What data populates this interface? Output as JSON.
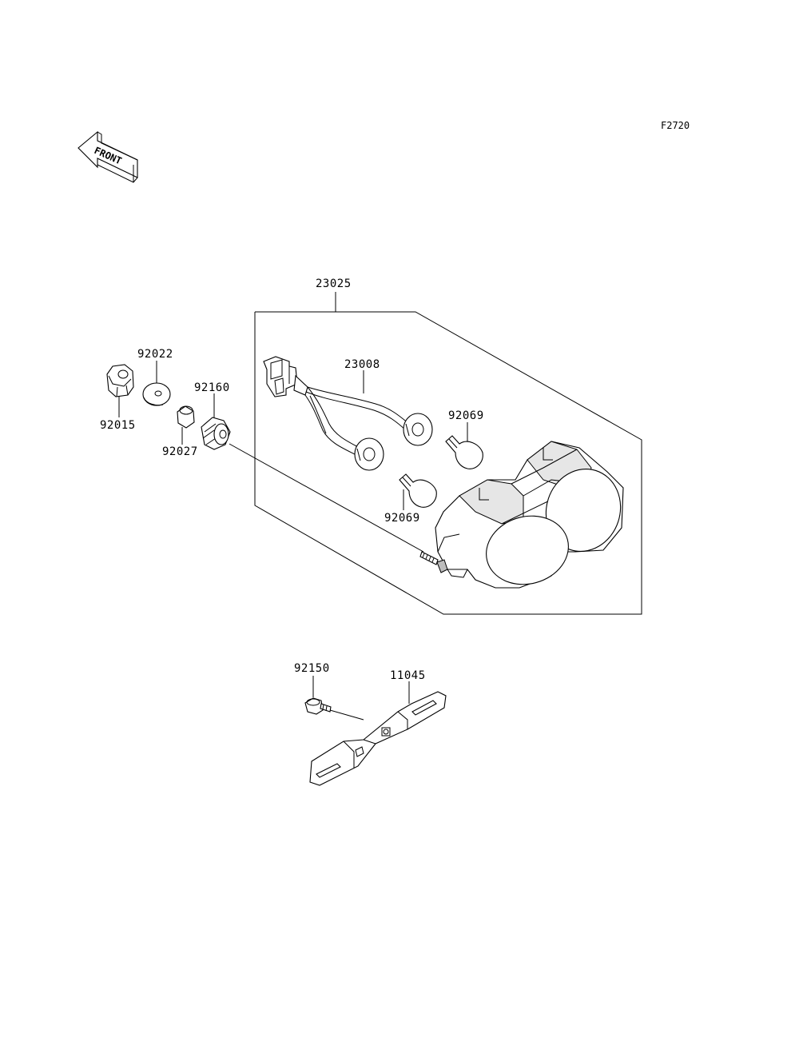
{
  "figure_code": "F2720",
  "front_arrow": {
    "text": "FRONT",
    "icon": "front-direction-arrow-icon"
  },
  "parts": {
    "p23025": "23025",
    "p23008": "23008",
    "p92069_a": "92069",
    "p92069_b": "92069",
    "p92022": "92022",
    "p92015": "92015",
    "p92160": "92160",
    "p92027": "92027",
    "p92150": "92150",
    "p11045": "11045"
  }
}
